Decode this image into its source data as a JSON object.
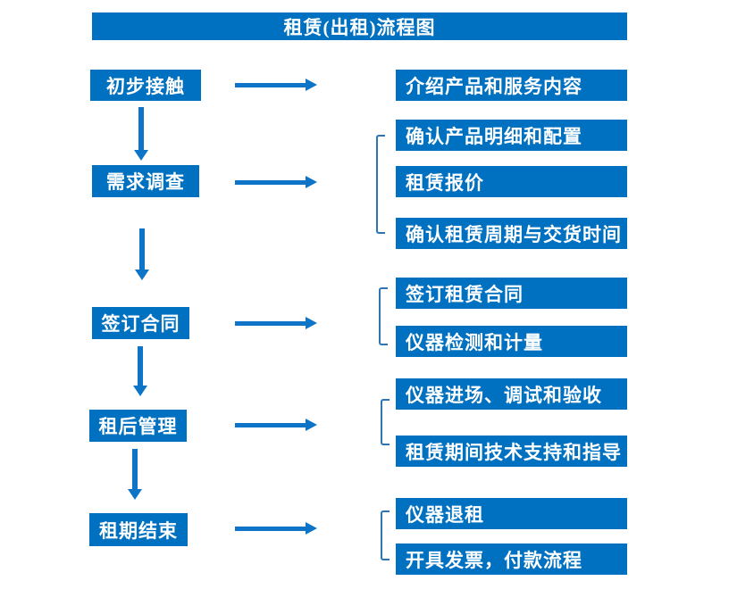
{
  "title": "租赁(出租)流程图",
  "colors": {
    "box_blue": "#0070C0",
    "arrow_blue": "#0d74c7",
    "bracket_blue": "#2E75B6",
    "text_white": "#FFFFFF",
    "background": "#FFFFFF"
  },
  "chart_type": "flowchart",
  "steps": [
    {
      "label": "初步接触",
      "outputs": [
        "介绍产品和服务内容"
      ]
    },
    {
      "label": "需求调查",
      "outputs": [
        "确认产品明细和配置",
        "租赁报价",
        "确认租赁周期与交货时间"
      ]
    },
    {
      "label": "签订合同",
      "outputs": [
        "签订租赁合同",
        "仪器检测和计量"
      ]
    },
    {
      "label": "租后管理",
      "outputs": [
        "仪器进场、调试和验收",
        "租赁期间技术支持和指导"
      ]
    },
    {
      "label": "租期结束",
      "outputs": [
        "仪器退租",
        "开具发票，付款流程"
      ]
    }
  ]
}
